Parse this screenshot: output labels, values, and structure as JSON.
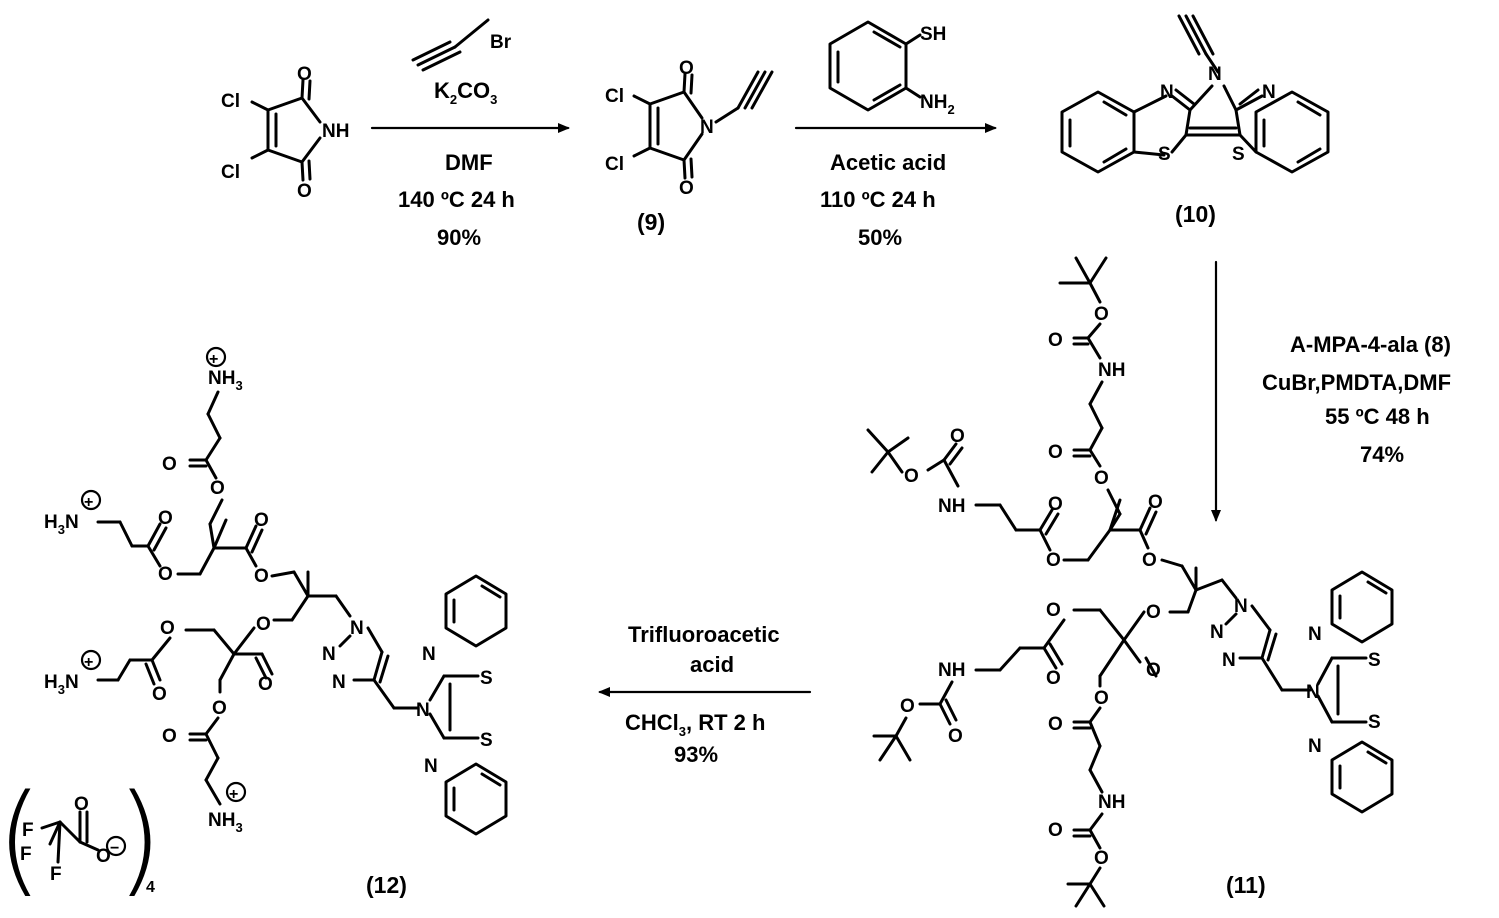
{
  "compounds": {
    "c9": "(9)",
    "c10": "(10)",
    "c11": "(11)",
    "c12": "(12)"
  },
  "reactions": {
    "step1": {
      "reagent": "K",
      "reagent_sub": "2",
      "reagent_tail": "CO",
      "reagent_sub2": "3",
      "solvent": "DMF",
      "temp": "140 ºC 24 h",
      "yield": "90%"
    },
    "step2": {
      "solvent": "Acetic acid",
      "temp": "110 ºC 24 h",
      "yield": "50%"
    },
    "step3": {
      "line1": "A-MPA-4-ala (8)",
      "line2": "CuBr,PMDTA,DMF",
      "temp": "55 ºC 48 h",
      "yield": "74%"
    },
    "step4": {
      "line1": "Trifluoroacetic",
      "line2": "acid",
      "solvent_pre": "CHCl",
      "solvent_sub": "3",
      "solvent_post": ", RT 2 h",
      "yield": "93%"
    }
  },
  "atoms": {
    "cl": "Cl",
    "o": "O",
    "nh": "NH",
    "n": "N",
    "s": "S",
    "sh": "SH",
    "br": "Br",
    "nh_h": "NH",
    "nh_sub": "2",
    "h": "H",
    "f": "F",
    "nh3": "NH",
    "nh3_sub": "3",
    "h3n": "H",
    "h3n_sub": "3",
    "h3n_tail": "N",
    "plus": "+",
    "minus": "−",
    "paren_l": "(",
    "paren_r": ")",
    "count": "4"
  }
}
